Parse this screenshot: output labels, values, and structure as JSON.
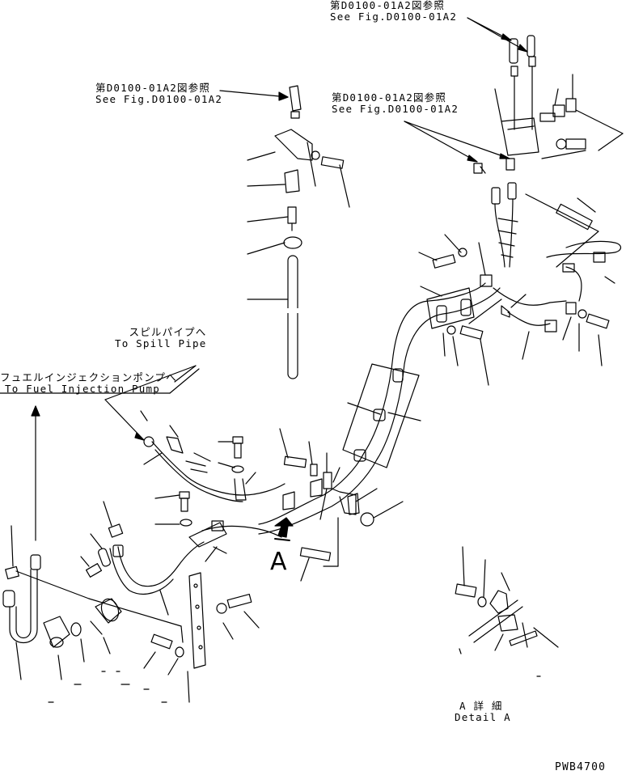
{
  "callouts": {
    "ref_top_right": {
      "jp": "第D0100-01A2図参照",
      "en": "See Fig.D0100-01A2"
    },
    "ref_top_mid": {
      "jp": "第D0100-01A2図参照",
      "en": "See Fig.D0100-01A2"
    },
    "ref_mid_right": {
      "jp": "第D0100-01A2図参照",
      "en": "See Fig.D0100-01A2"
    },
    "spill_pipe": {
      "jp": "スピルパイプへ",
      "en": "To Spill Pipe"
    },
    "fuel_pump": {
      "jp": "フュエルインジェクションポンプへ",
      "en": "To Fuel Injection Pump"
    }
  },
  "view_letter": "A",
  "detail": {
    "jp": "A 詳 細",
    "en": "Detail A"
  },
  "drawing_number": "PWB4700"
}
